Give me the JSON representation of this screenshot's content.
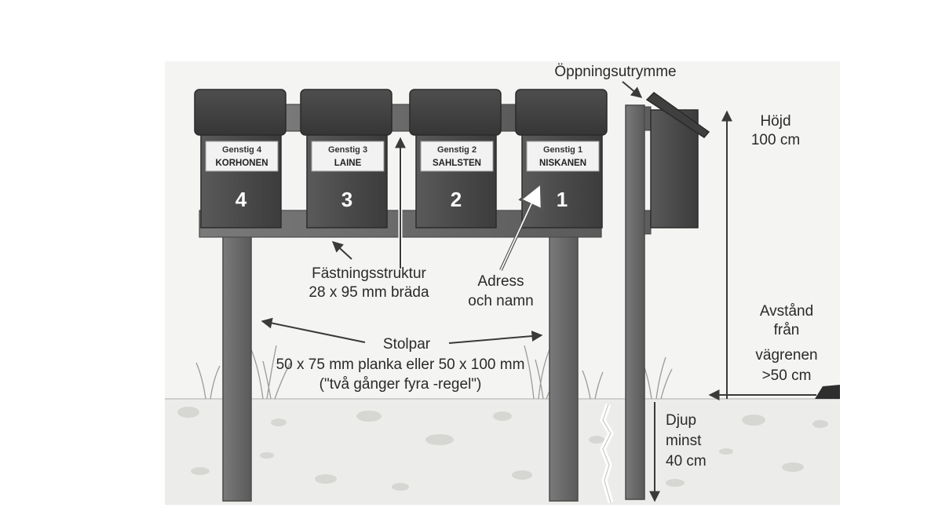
{
  "mailboxes": [
    {
      "number": "4",
      "street": "Genstig 4",
      "name": "KORHONEN"
    },
    {
      "number": "3",
      "street": "Genstig 3",
      "name": "LAINE"
    },
    {
      "number": "2",
      "street": "Genstig 2",
      "name": "SAHLSTEN"
    },
    {
      "number": "1",
      "street": "Genstig 1",
      "name": "NISKANEN"
    }
  ],
  "labels": {
    "opening": "Öppningsutrymme",
    "height_1": "Höjd",
    "height_2": "100 cm",
    "fastening_1": "Fästningsstruktur",
    "fastening_2": "28 x 95 mm bräda",
    "address_1": "Adress",
    "address_2": "och namn",
    "posts_1": "Stolpar",
    "posts_2": "50 x 75 mm planka eller 50 x 100 mm",
    "posts_3": "(\"två gånger fyra -regel\")",
    "distance_1": "Avstånd",
    "distance_2": "från",
    "distance_3": "vägrenen",
    "distance_4": ">50 cm",
    "depth_1": "Djup",
    "depth_2": "minst",
    "depth_3": "40 cm"
  },
  "colors": {
    "box_body": "#4d4d4d",
    "box_lid": "#3e3e3e",
    "wood": "#6b6b6b",
    "ground": "#ececea",
    "background_panel": "#f4f4f2",
    "plate": "#f2f2f2"
  }
}
